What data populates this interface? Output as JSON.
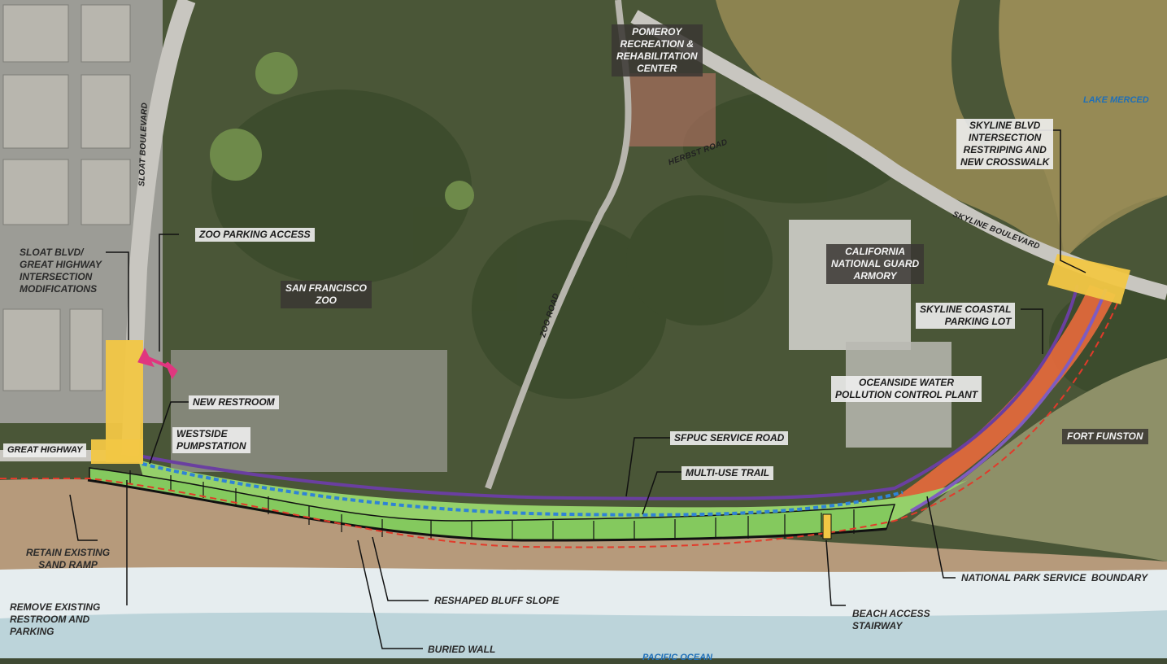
{
  "colors": {
    "ocean": "#c9dbe0",
    "surf": "#e9eff1",
    "beach": "#b89c7e",
    "lake": "#8e8452",
    "urban": "#9a9a94",
    "vegetation": "#4c5a38",
    "intersection_mod": "#f2c744",
    "multi_use_trail": "#95d06a",
    "sfpuc_road": "#6a3fa0",
    "dashed_trail": "#2f83d6",
    "parking_lot": "#e8693e",
    "nps_boundary": "#e23a2a",
    "buried_wall": "#111111",
    "zoo_access_arrow": "#e0367f"
  },
  "labels": {
    "sloat_intersection": "SLOAT BLVD/\nGREAT HIGHWAY\nINTERSECTION\nMODIFICATIONS",
    "zoo_parking_access": "ZOO PARKING ACCESS",
    "san_francisco_zoo": "SAN FRANCISCO\nZOO",
    "pomeroy": "POMEROY\nRECREATION &\nREHABILITATION\nCENTER",
    "herbst_road": "HERBST ROAD",
    "zoo_road": "ZOO ROAD",
    "sloat_boulevard": "SLOAT BOULEVARD",
    "skyline_boulevard": "SKYLINE BOULEVARD",
    "lake_merced": "LAKE MERCED",
    "skyline_intersection": "SKYLINE BLVD\nINTERSECTION\nRESTRIPING AND\nNEW CROSSWALK",
    "national_guard": "CALIFORNIA\nNATIONAL GUARD\nARMORY",
    "skyline_coastal_parking": "SKYLINE COASTAL\nPARKING LOT",
    "oceanside_plant": "OCEANSIDE WATER\nPOLLUTION CONTROL PLANT",
    "fort_funston": "FORT FUNSTON",
    "new_restroom": "NEW RESTROOM",
    "westside_pumpstation": "WESTSIDE\nPUMPSTATION",
    "great_highway": "GREAT HIGHWAY",
    "sfpuc_service_road": "SFPUC SERVICE ROAD",
    "multi_use_trail": "MULTI-USE TRAIL",
    "retain_sand_ramp": "RETAIN EXISTING\nSAND RAMP",
    "remove_restroom": "REMOVE EXISTING\nRESTROOM AND\nPARKING",
    "reshaped_bluff": "RESHAPED BLUFF SLOPE",
    "buried_wall": "BURIED WALL",
    "beach_access_stairway": "BEACH ACCESS\nSTAIRWAY",
    "nps_boundary": "NATIONAL PARK SERVICE  BOUNDARY",
    "pacific_ocean": "PACIFIC OCEAN"
  }
}
